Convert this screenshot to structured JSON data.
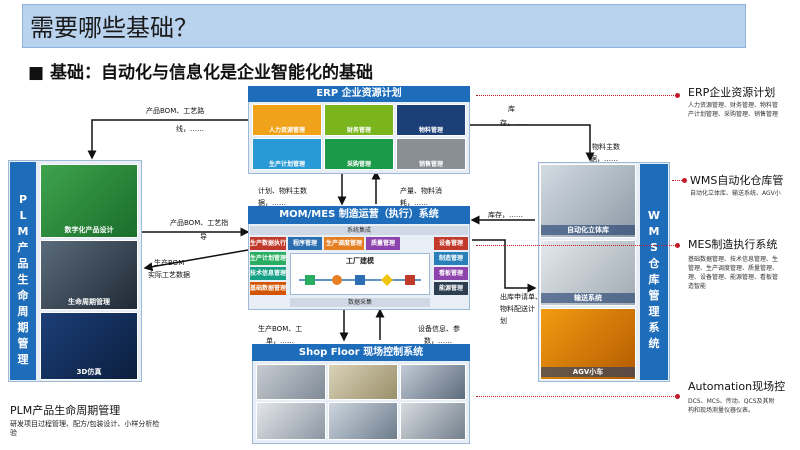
{
  "title": "需要哪些基础？",
  "subtitle": "■ 基础：自动化与信息化是企业智能化的基础",
  "erp": {
    "title": "ERP 企业资源计划",
    "modules": [
      "人力资源管理",
      "财务管理",
      "物料管理",
      "生产计划管理",
      "采购管理",
      "销售管理"
    ]
  },
  "mom": {
    "title": "MOM/MES 制造运营（执行）系统",
    "integration": "系统集成",
    "modules": [
      "生产数据执行",
      "程序管理",
      "生产调度管理",
      "质量管理",
      "设备管理",
      "生产计划管理",
      "技术信息管理",
      "基础数据管理",
      "制造管理",
      "看板管理",
      "能源管理"
    ],
    "factory_modeling": "工厂建模",
    "data_collection": "数据采集"
  },
  "shopfloor": {
    "title": "Shop Floor 现场控制系统"
  },
  "plm": {
    "vertical_title": "PLM产品生命周期管理",
    "images": [
      "数字化产品设计",
      "生命周期管理",
      "3D仿真"
    ],
    "caption_title": "PLM产品生命周期管理",
    "caption_text": "研发项目过程管理、配方/包装设计、小样分析检验"
  },
  "wms": {
    "vertical_title": "WMS仓库管理系统",
    "images": [
      "自动化立体库",
      "输送系统",
      "AGV小车"
    ]
  },
  "flow_labels": {
    "erp_to_plm": "产品BOM、工艺路线，……",
    "plm_to_mom": "产品BOM、工艺指导",
    "plm_mom_bottom": "生产BOM\n实际工艺数据",
    "erp_mom_left": "计划、物料主数据，……",
    "erp_mom_right": "产量、物料消耗，……",
    "erp_wms": "库存，……",
    "wms_material": "物料主数据，……",
    "mom_wms_inv": "库存，……",
    "mom_wms_out": "出库申请单、物料配送计划",
    "mom_shop_left": "生产BOM、工单，……",
    "mom_shop_right": "设备信息、参数，……"
  },
  "right_notes": [
    {
      "title": "ERP企业资源计划",
      "text": "人力资源管理、财务管理、物料管\n产计划管理、采购管理、销售管理"
    },
    {
      "title": "WMS自动化仓库管",
      "text": "自动化立体库、输送系统、AGV小"
    },
    {
      "title": "MES制造执行系统",
      "text": "基础数据管理、技术信息管理、生\n管理、生产调度管理、质量管理、\n理、设备管理、能源管理、看板管\n造智能"
    },
    {
      "title": "Automation现场控",
      "text": "DCS、MCS、传动、QCS及其附\n构和现场测量仪器仪表。"
    }
  ]
}
